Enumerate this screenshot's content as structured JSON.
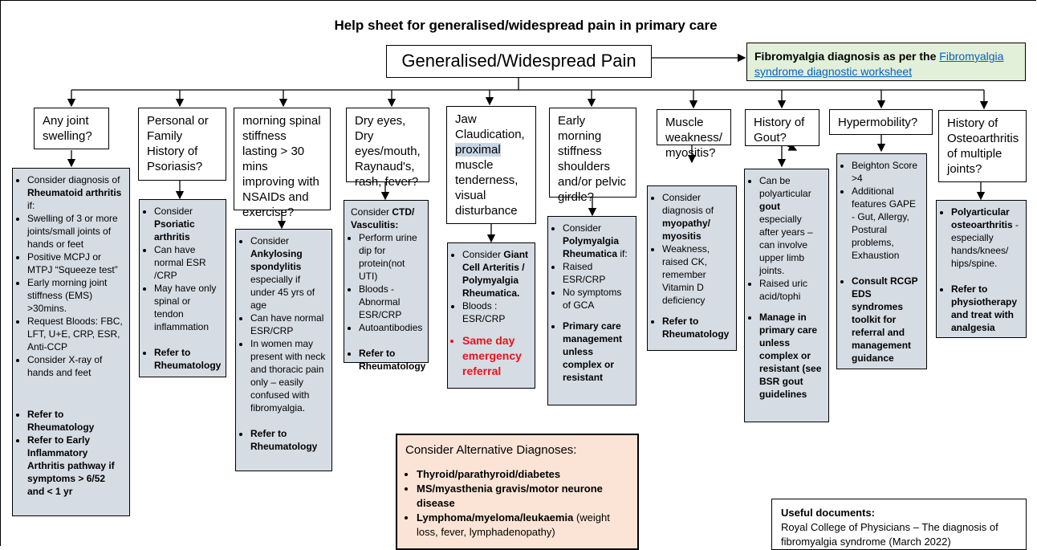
{
  "title": "Help sheet for generalised/widespread pain in primary care",
  "root": "Generalised/Widespread Pain",
  "fibro": {
    "text": "Fibromyalgia diagnosis as per the ",
    "link": "Fibromyalgia syndrome diagnostic worksheet"
  },
  "q1": "Any joint swelling?",
  "q2": "Personal or Family History of Psoriasis?",
  "q3": "morning spinal stiffness lasting > 30 mins improving with NSAIDs and exercise?",
  "q4": "Dry eyes, Dry eyes/mouth, Raynaud's, rash, fever?",
  "q5": {
    "a": "Jaw Claudication, ",
    "hl": "proximal",
    "b": " muscle tenderness, visual disturbance"
  },
  "q6": "Early morning stiffness shoulders and/or pelvic girdle?",
  "q7": "Muscle weakness/ myositis?",
  "q8": "History of Gout?",
  "q9": "Hypermobility?",
  "q10": "History of Osteoarthritis of multiple joints?",
  "b1": {
    "l1a": "Consider diagnosis of ",
    "l1b": "Rheumatoid arthritis",
    "l1c": " if:",
    "l2": "Swelling of 3 or more joints/small joints of hands or feet",
    "l3": "Positive MCPJ or MTPJ “Squeeze test”",
    "l4": "Early morning joint stiffness (EMS) >30mins.",
    "l5": "Request Bloods: FBC, LFT, U+E, CRP, ESR, Anti-CCP",
    "l6": "Consider X-ray of hands and feet",
    "l7": "Refer to Rheumatology",
    "l8": "Refer to Early Inflammatory Arthritis pathway if symptoms > 6/52 and < 1 yr"
  },
  "b2": {
    "l1a": "Consider ",
    "l1b": "Psoriatic arthritis",
    "l2": "Can have normal ESR /CRP",
    "l3": "May have only spinal or tendon inflammation",
    "l4": "Refer to Rheumatology"
  },
  "b3": {
    "l1a": "Consider ",
    "l1b": "Ankylosing spondylitis",
    "l1c": " especially if under 45 yrs of age",
    "l2": "Can have normal ESR/CRP",
    "l3": "In women may present with neck and thoracic pain only – easily confused with fibromyalgia.",
    "l4": "Refer to Rheumatology"
  },
  "b4": {
    "h1": "Consider ",
    "h2": "CTD/ Vasculitis:",
    "l1": "Perform urine dip for protein(not UTI)",
    "l2": "Bloods - Abnormal ESR/CRP",
    "l3": "Autoantibodies",
    "l4": "Refer to Rheumatology"
  },
  "b5": {
    "l1a": "Consider ",
    "l1b": "Giant Cell Arteritis / Polymyalgia Rheumatica.",
    "l2": "Bloods : ESR/CRP",
    "l3": "Same day emergency referral"
  },
  "b6": {
    "l1a": "Consider ",
    "l1b": "Polymyalgia Rheumatica",
    "l1c": " if:",
    "l2": "Raised ESR/CRP",
    "l3": "No symptoms of GCA",
    "l4": "Primary care management unless complex or resistant"
  },
  "b7": {
    "l1a": "Consider diagnosis of ",
    "l1b": "myopathy/ myositis",
    "l2": "Weakness, raised CK, remember Vitamin D deficiency",
    "l3": "Refer to Rheumatology"
  },
  "b8": {
    "l1a": "Can be polyarticular ",
    "l1b": "gout",
    "l1c": " especially after years – can involve upper limb joints.",
    "l2": "Raised uric acid/tophi",
    "l3": "Manage in primary care unless complex or resistant (see BSR gout guidelines"
  },
  "b9": {
    "l1": "Beighton Score >4",
    "l2": "Additional features GAPE - Gut, Allergy, Postural problems, Exhaustion",
    "l3": "Consult RCGP EDS syndromes toolkit for referral and management guidance"
  },
  "b10": {
    "l1a": "Polyarticular osteoarthritis",
    "l1b": " - especially hands/knees/ hips/spine.",
    "l2": "Refer to physiotherapy and treat with analgesia"
  },
  "alt": {
    "heading": "Consider Alternative Diagnoses:",
    "i1": "Thyroid/parathyroid/diabetes",
    "i2": "MS/myasthenia gravis/motor neurone disease",
    "i3a": "Lymphoma/myeloma/leukaemia",
    "i3b": " (weight loss, fever, lymphadenopathy)"
  },
  "useful": {
    "heading": "Useful documents:",
    "text": "Royal College of Physicians – The diagnosis of fibromyalgia syndrome (March 2022)"
  }
}
